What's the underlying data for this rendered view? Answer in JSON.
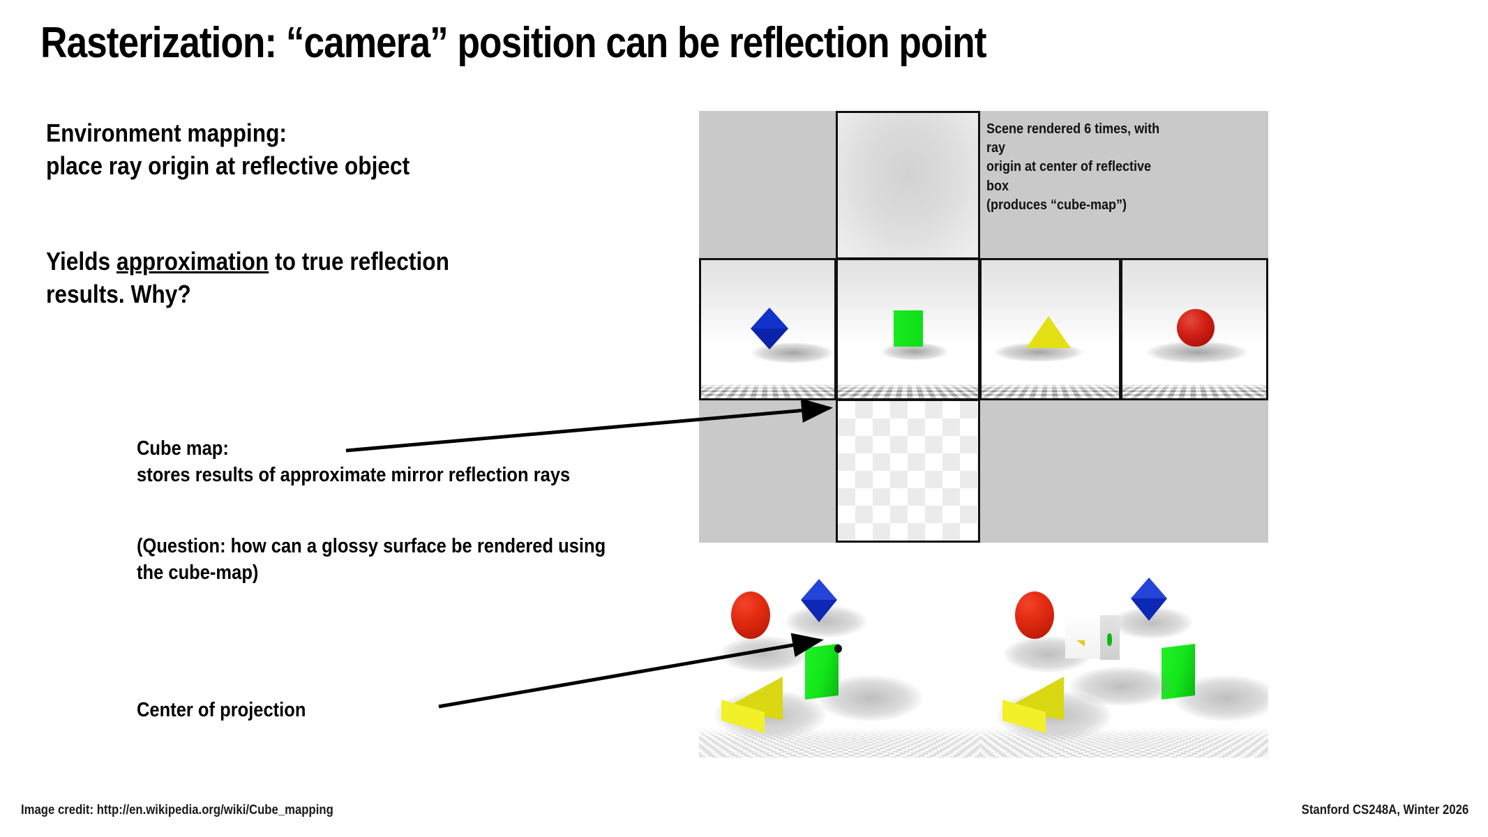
{
  "slide": {
    "title": "Rasterization: “camera” position can be reflection point"
  },
  "body": {
    "environment_mapping": "Environment mapping:\nplace ray origin at reflective object",
    "yields_prefix": "Yields ",
    "yields_underlined": "approximation",
    "yields_suffix": " to true reflection\nresults. Why?",
    "cube_map": "Cube map:\nstores results of approximate mirror reflection rays",
    "question": "(Question: how can a glossy surface be rendered using\nthe cube-map)",
    "center_of_projection": "Center of projection"
  },
  "figure": {
    "scene_note": "Scene rendered 6 times, with ray\norigin at center of reflective box\n(produces “cube-map”)",
    "cube_map_faces": [
      {
        "id": "face-up",
        "position": "top",
        "object": "none",
        "note": "blank light-gray sky face"
      },
      {
        "id": "face-left",
        "position": "left",
        "object": "blue-octahedron"
      },
      {
        "id": "face-front",
        "position": "front",
        "object": "green-cube"
      },
      {
        "id": "face-right",
        "position": "right",
        "object": "yellow-pyramid"
      },
      {
        "id": "face-back",
        "position": "back",
        "object": "red-sphere"
      },
      {
        "id": "face-down",
        "position": "bottom",
        "object": "checkerboard-floor"
      }
    ],
    "photo_scenes": [
      {
        "id": "photo-left",
        "caption": "scene with center of projection marker"
      },
      {
        "id": "photo-right",
        "caption": "scene with reflective white box"
      }
    ]
  },
  "colors": {
    "blue_octahedron": "#1133cc",
    "green_cube": "#12e619",
    "yellow_pyramid": "#e3e016",
    "red_sphere": "#cf1d12",
    "cross_background": "#c9c9c9",
    "face_border": "#111111",
    "text": "#000000"
  },
  "footer": {
    "image_credit": "Image credit: http://en.wikipedia.org/wiki/Cube_mapping",
    "course": "Stanford CS248A, Winter 2026"
  }
}
